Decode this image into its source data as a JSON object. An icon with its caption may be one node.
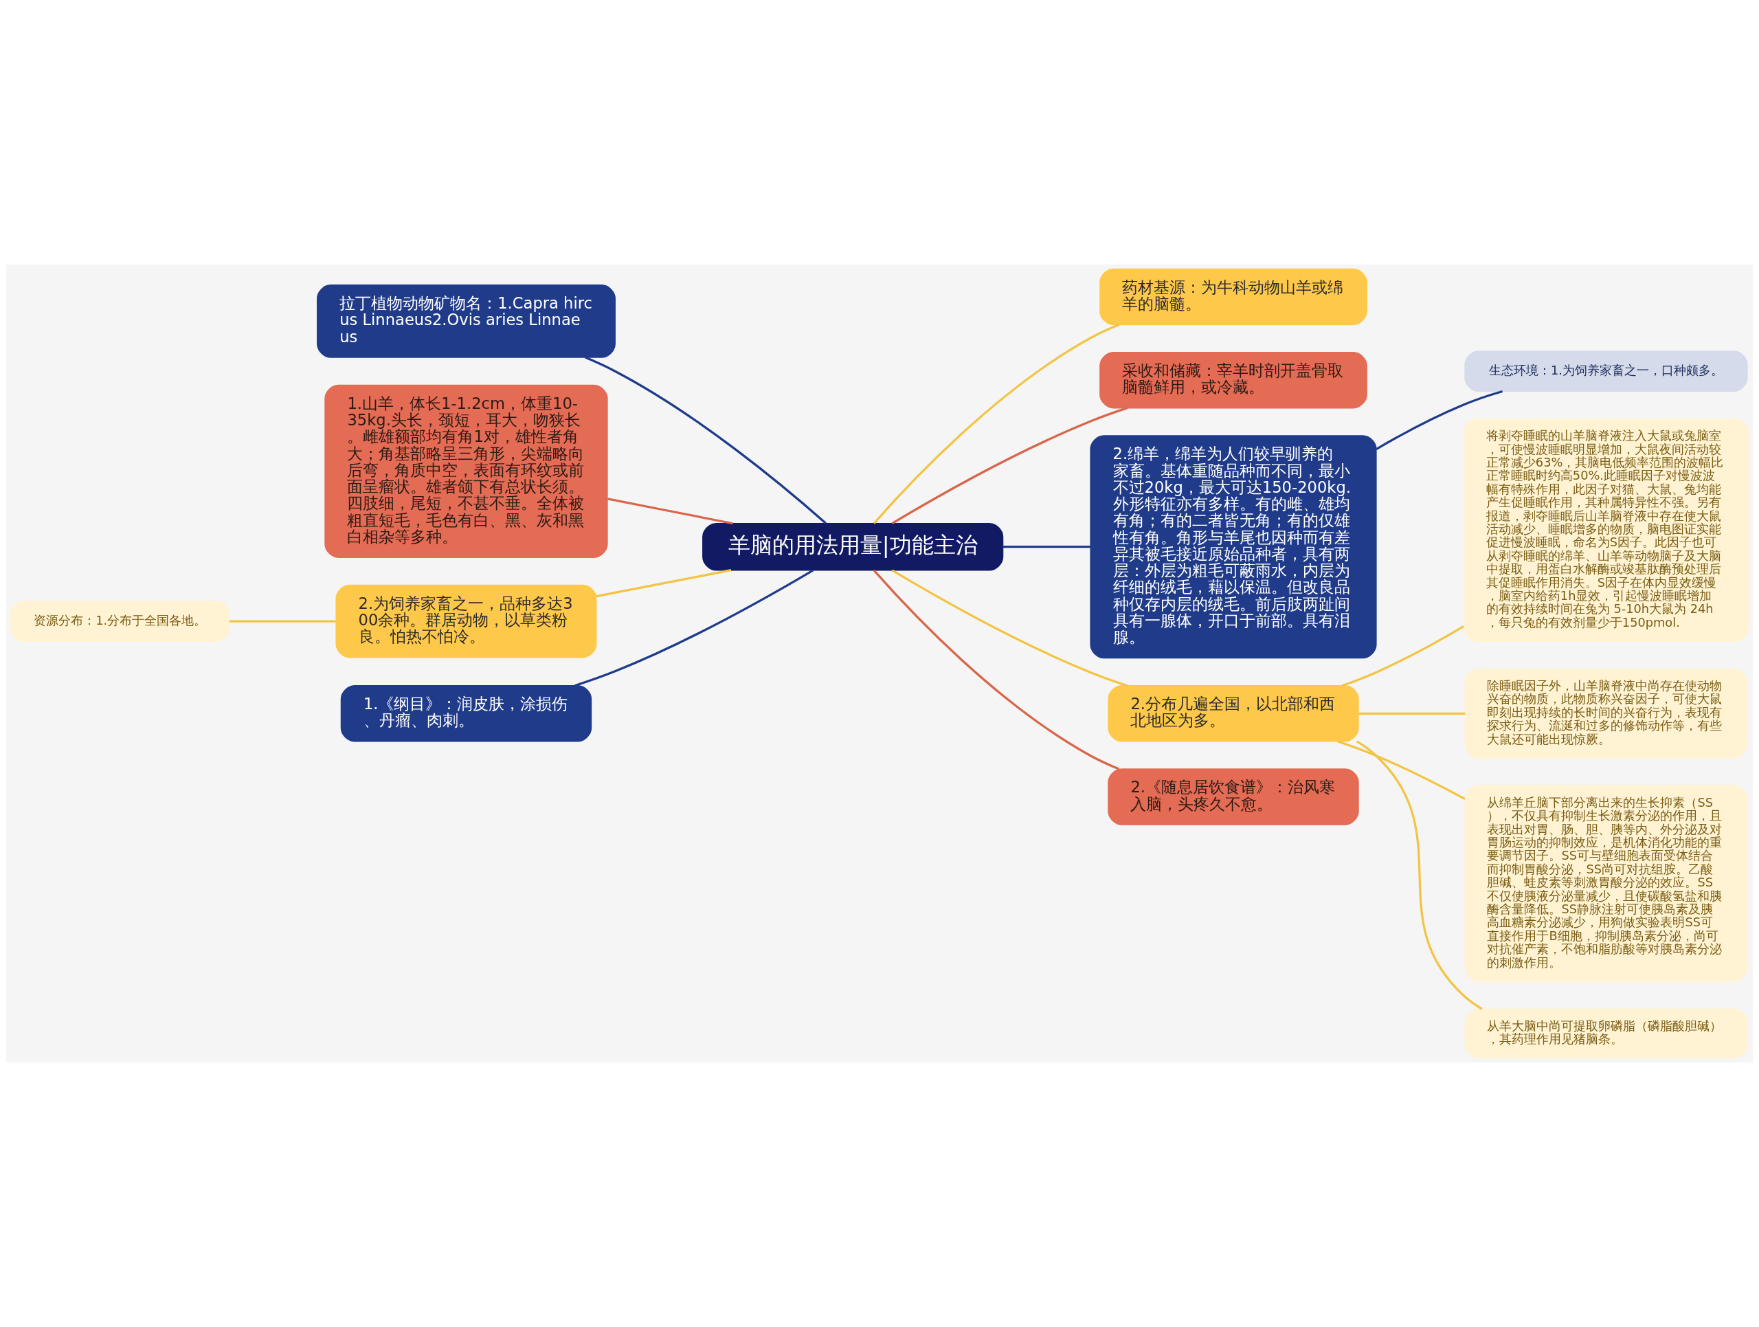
{
  "diagram": {
    "nodes": [
      {
        "text": [
          "羊脑的用法用量|功能主治"
        ]
      },
      {
        "text": [
          "药材基源：为牛科动物山羊或绵羊的脑髓。"
        ]
      },
      {
        "text": [
          "采收和储藏：宰羊时剖开盖骨取脑髓鲜用，或冷藏。"
        ]
      },
      {
        "text": [
          "2.绵羊，绵羊为人们较早驯养的家畜。基体重随品种而不同，最小不过20kg，最大可达150-200kg.外形特征亦有多样。有的雌、雄均有角；有的二者皆无角；有的仅雄性有角。角形与羊尾也因种而有差异其被毛接近原始品种者，具有两层：外层为粗毛可蔽雨水，内层为纤细的绒毛，藉以保温。但改良品种仅存内层的绒毛。前后肢两趾间具有一腺体，开口于前部。具有泪腺。"
        ]
      },
      {
        "text": [
          "生态环境：1.为饲养家畜之一，口种颇多。"
        ]
      },
      {
        "text": [
          "2.分布几遍全国，以北部和西北地区为多。"
        ]
      },
      {
        "text": [
          "将剥夺睡眠的山羊脑脊液注入大鼠或兔脑室，可使慢波睡眠明显增加，大鼠夜间活动较正常减少63%，其脑电低频率范围的波幅比正常睡眠时约高50%.此睡眠因子对慢波波幅有特殊作用，此因子对猫、大鼠、兔均能产生促睡眠作用，其种属特异性不强。另有报道，剥夺睡眠后山羊脑脊液中存在使大鼠活动减少、睡眠增多的物质，脑电图证实能促进慢波睡眠，命名为S因子。此因子也可从剥夺睡眠的绵羊、山羊等动物脑子及大脑中提取，用蛋白水解酶或竣基肽酶预处理后其促睡眠作用消失。S因子在体内显效缓慢，脑室内给药1h显效，引起慢波睡眠增加的有效持续时间在兔为 5-10h大鼠为 24h，每只兔的有效剂量少于150pmol."
        ]
      },
      {
        "text": [
          "除睡眠因子外，山羊脑脊液中尚存在使动物兴奋的物质，此物质称兴奋因子，可使大鼠即刻出现持续的长时间的兴奋行为，表现有探求行为、流涎和过多的修饰动作等，有些大鼠还可能出现惊厥。"
        ]
      },
      {
        "text": [
          "从绵羊丘脑下部分离出来的生长抑素（SS），不仅具有抑制生长激素分泌的作用，且表现出对胃、肠、胆、胰等内、外分泌及对胃肠运动的抑制效应，是机体消化功能的重要调节因子。SS可与壁细胞表面受体结合而抑制胃酸分泌，SS尚可对抗组胺。乙酸胆碱、蛙皮素等刺激胃酸分泌的效应。SS不仅使胰液分泌量减少，且使碳酸氢盐和胰酶含量降低。SS静脉注射可使胰岛素及胰高血糖素分泌减少，用狗做实验表明SS可直接作用于B细胞，抑制胰岛素分泌，尚可对抗催产素，不饱和脂肪酸等对胰岛素分泌的刺激作用。"
        ]
      },
      {
        "text": [
          "从羊大脑中尚可提取卵磷脂（磷脂酸胆碱），其药理作用见猪脑条。"
        ]
      },
      {
        "text": [
          "2.《随息居饮食谱》：治风寒入脑，头疼久不愈。"
        ]
      },
      {
        "text": [
          "拉丁植物动物矿物名：1.Capra hircus Linnaeus2.Ovis aries Linnaeus"
        ]
      },
      {
        "text": [
          "1.山羊，体长1-1.2cm，体重10-35kg.头长，颈短，耳大，吻狭长。雌雄额部均有角1对，雄性者角大；角基部略呈三角形，尖端略向后弯，角质中空，表面有环纹或前面呈瘤状。雄者颌下有总状长须。四肢细，尾短，不甚不垂。全体被粗直短毛，毛色有白、黑、灰和黑白相杂等多种。"
        ]
      },
      {
        "text": [
          "2.为饲养家畜之一，品种多达300余种。群居动物，以草类粉良。怕热不怕冷。"
        ]
      },
      {
        "text": [
          "资源分布：1.分布于全国各地。"
        ]
      },
      {
        "text": [
          "1.《纲目》：润皮肤，涂损伤、丹瘤、肉刺。"
        ]
      }
    ],
    "edges": [
      {
        "from": 0,
        "to": 1,
        "arrow": "none"
      },
      {
        "from": 0,
        "to": 2,
        "arrow": "none",
        "color": "#d9654a"
      },
      {
        "from": 0,
        "to": 3,
        "arrow": "none",
        "color": "#1e3b8b"
      },
      {
        "from": 3,
        "to": 4,
        "arrow": "none",
        "color": "#1e3b8b"
      },
      {
        "from": 0,
        "to": 5,
        "arrow": "none"
      },
      {
        "from": 5,
        "to": 6,
        "arrow": "none"
      },
      {
        "from": 5,
        "to": 7,
        "arrow": "none"
      },
      {
        "from": 5,
        "to": 8,
        "arrow": "none"
      },
      {
        "from": 5,
        "to": 9,
        "arrow": "none"
      },
      {
        "from": 0,
        "to": 10,
        "arrow": "none",
        "color": "#d9654a"
      },
      {
        "from": 0,
        "to": 11,
        "arrow": "none",
        "color": "#1e3b8b"
      },
      {
        "from": 0,
        "to": 12,
        "arrow": "none",
        "color": "#d9654a"
      },
      {
        "from": 0,
        "to": 13,
        "arrow": "none"
      },
      {
        "from": 13,
        "to": 14,
        "arrow": "none"
      },
      {
        "from": 0,
        "to": 15,
        "arrow": "none",
        "color": "#1e3b8b"
      }
    ]
  }
}
